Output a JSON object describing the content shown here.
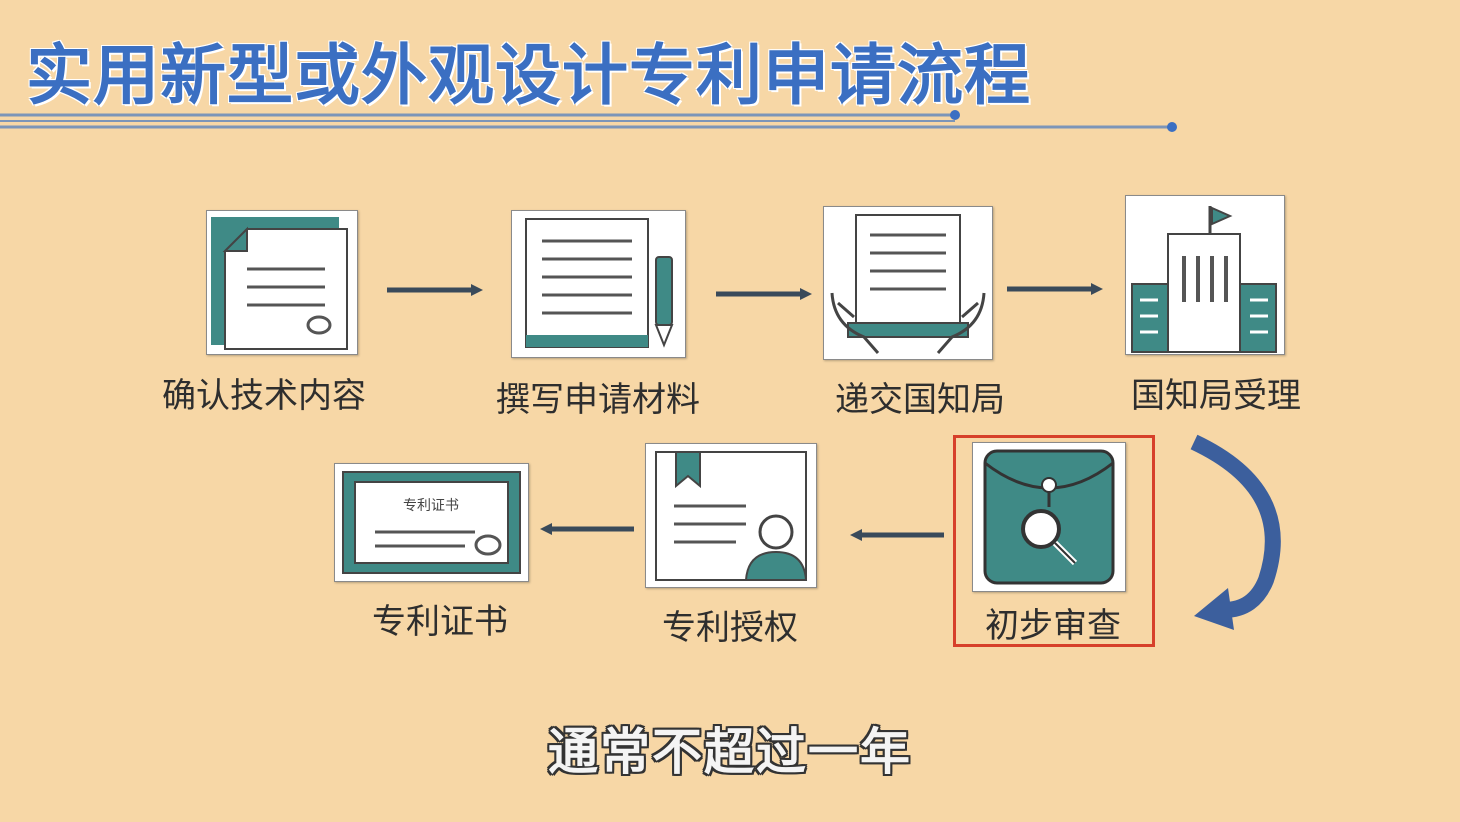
{
  "title": "实用新型或外观设计专利申请流程",
  "steps": [
    {
      "label": "确认技术内容",
      "icon": "document-icon"
    },
    {
      "label": "撰写申请材料",
      "icon": "writing-pen-icon"
    },
    {
      "label": "递交国知局",
      "icon": "hands-document-icon"
    },
    {
      "label": "国知局受理",
      "icon": "office-building-icon"
    },
    {
      "label": "初步审查",
      "icon": "magnifier-envelope-icon",
      "highlighted": true
    },
    {
      "label": "专利授权",
      "icon": "certificate-person-icon"
    },
    {
      "label": "专利证书",
      "icon": "patent-certificate-icon",
      "certificate_text": "专利证书"
    }
  ],
  "subtitle": "通常不超过一年",
  "colors": {
    "background": "#f7d7a6",
    "title": "#3b6fc2",
    "teal": "#3f8a86",
    "highlight": "#d7402a",
    "curve_arrow": "#3c5f9d",
    "line": "#3a4a5a"
  }
}
